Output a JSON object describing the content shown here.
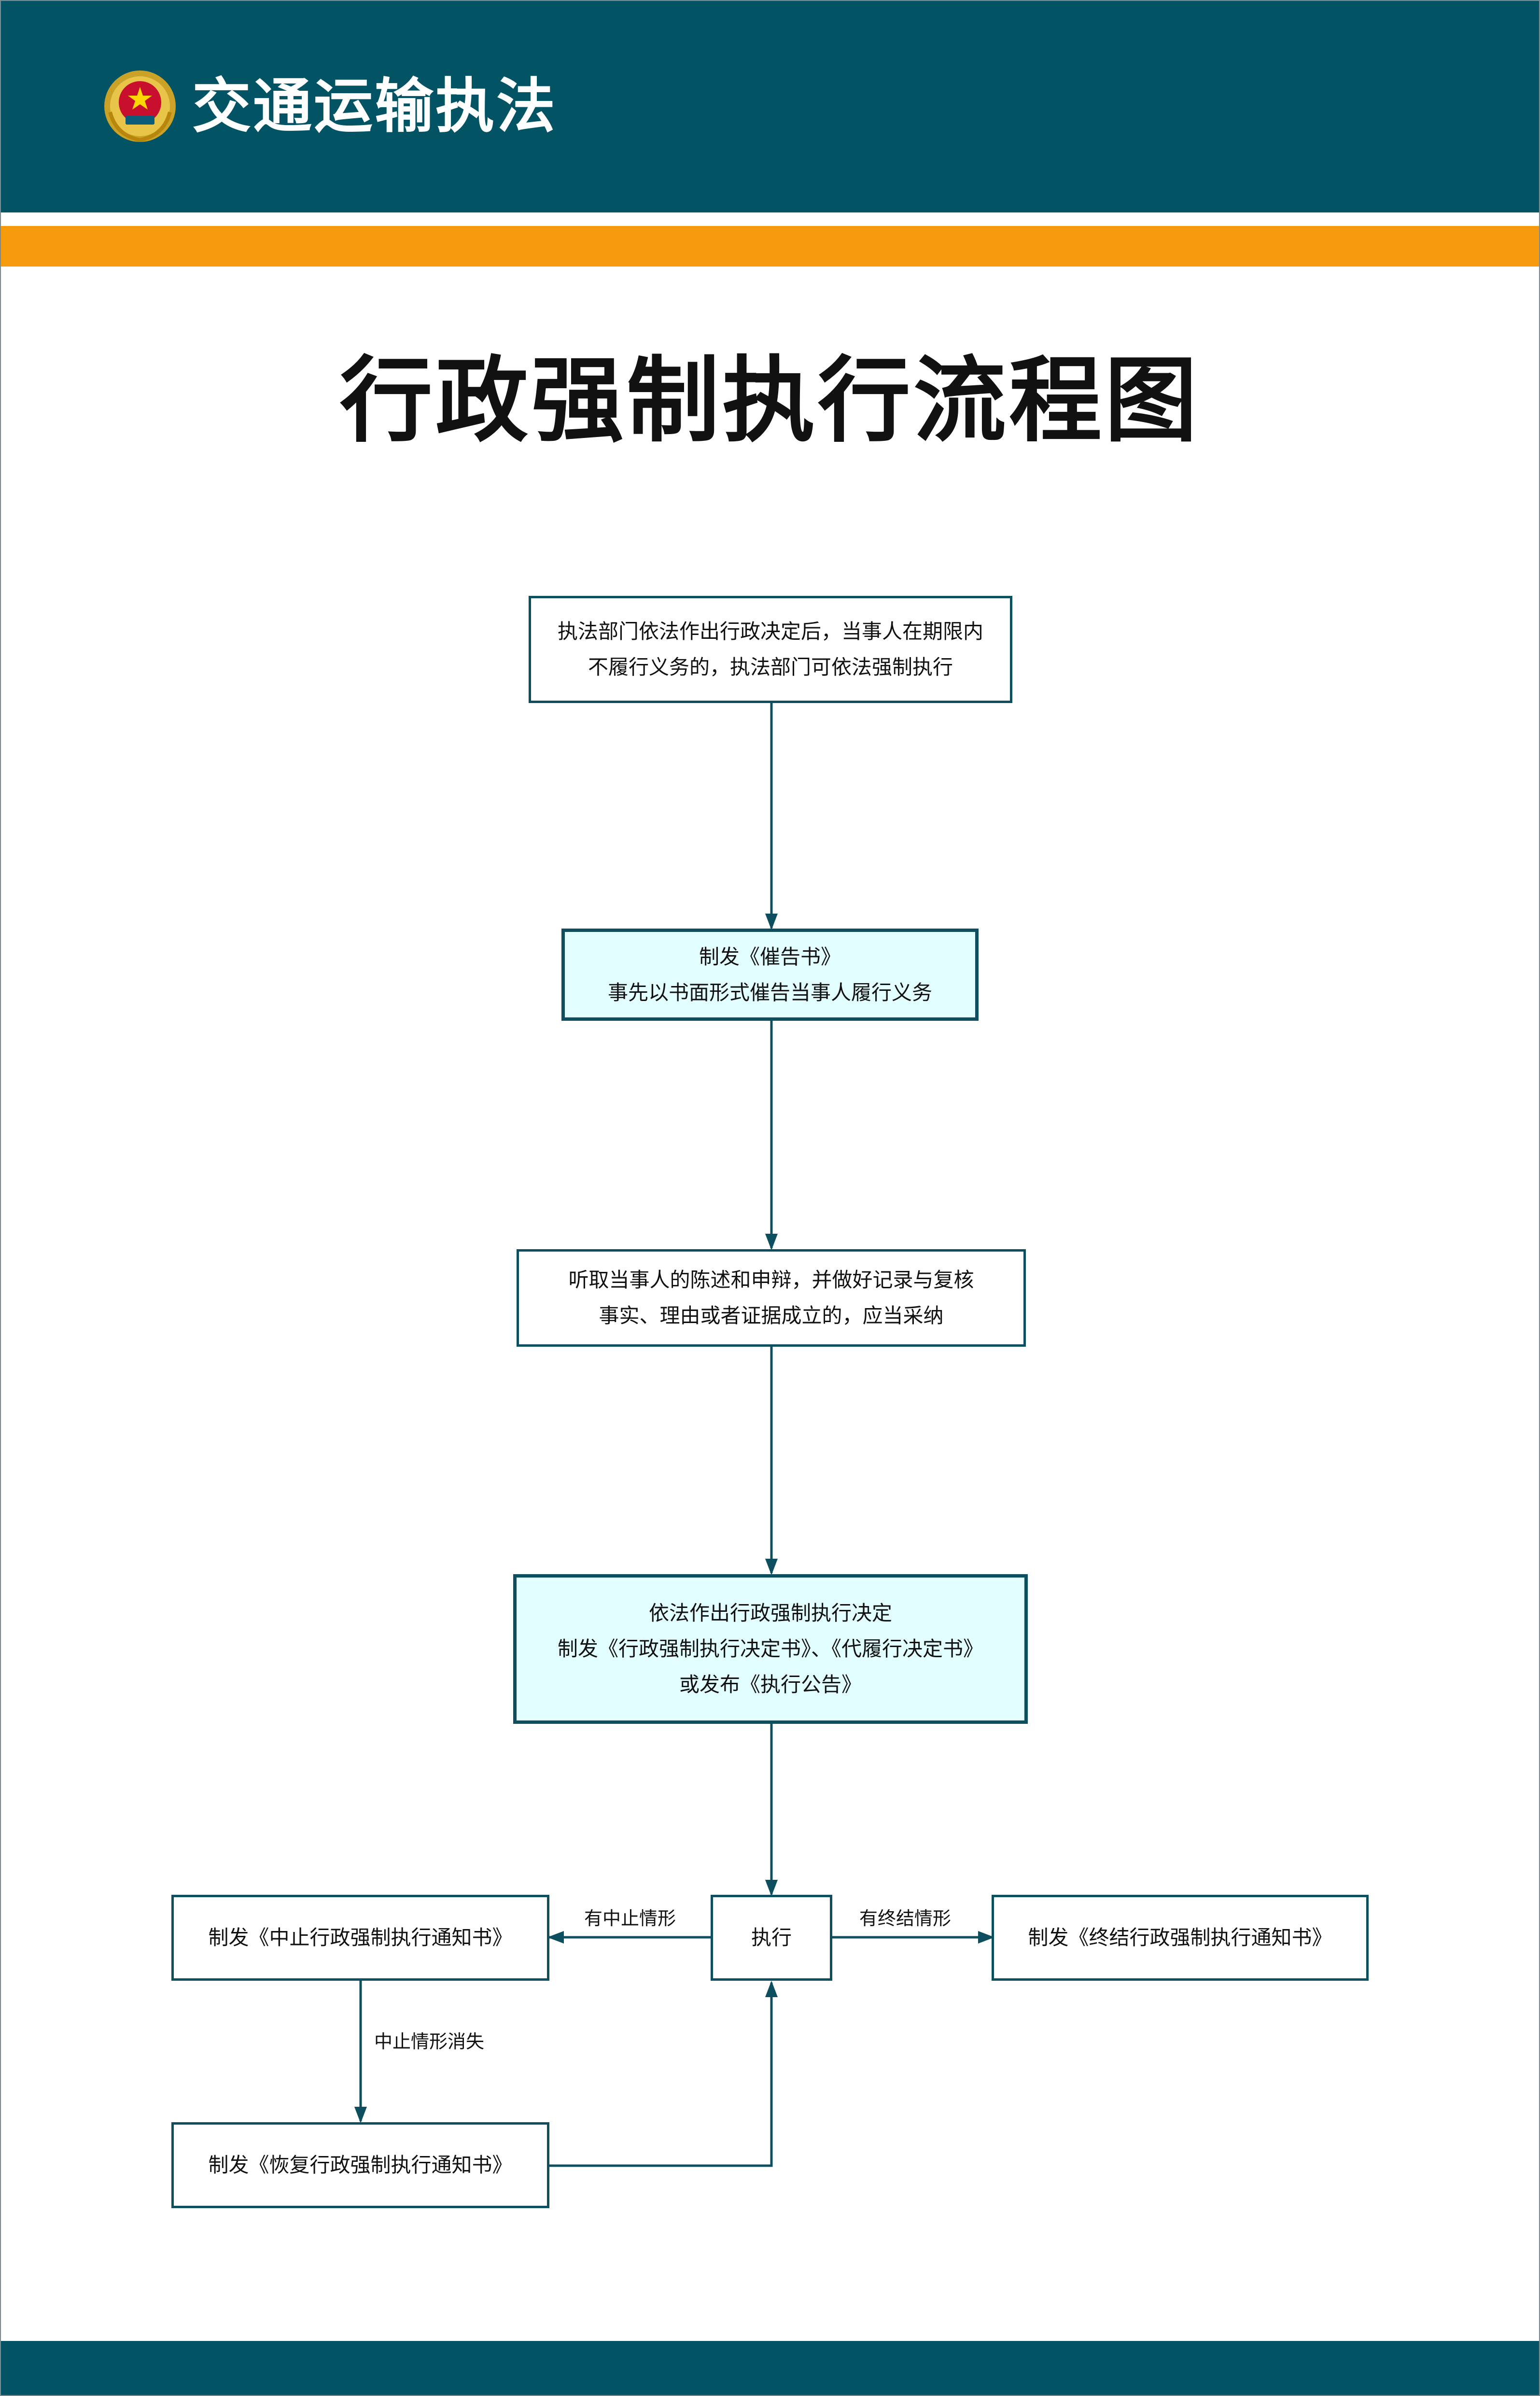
{
  "header": {
    "brand_title": "交通运输执法"
  },
  "page_title": "行政强制执行流程图",
  "nodes": {
    "start": {
      "lines": [
        "执法部门依法作出行政决定后，当事人在期限内",
        "不履行义务的，执法部门可依法强制执行"
      ]
    },
    "reminder": {
      "lines": [
        "制发《催告书》",
        "事先以书面形式催告当事人履行义务"
      ]
    },
    "hearing": {
      "lines": [
        "听取当事人的陈述和申辩，并做好记录与复核",
        "事实、理由或者证据成立的，应当采纳"
      ]
    },
    "decision": {
      "lines": [
        "依法作出行政强制执行决定",
        "制发《行政强制执行决定书》、《代履行决定书》",
        "或发布《执行公告》"
      ]
    },
    "execute": {
      "label": "执行"
    },
    "suspend_notice": {
      "label": "制发《中止行政强制执行通知书》"
    },
    "terminate_notice": {
      "label": "制发《终结行政强制执行通知书》"
    },
    "resume_notice": {
      "label": "制发《恢复行政强制执行通知书》"
    }
  },
  "edge_labels": {
    "suspend": "有中止情形",
    "terminate": "有终结情形",
    "suspend_ended": "中止情形消失"
  },
  "colors": {
    "header_bg": "#025465",
    "accent_bar": "#f59a0c",
    "box_border": "#0d4f5e",
    "box_highlight_bg": "#e1fdfd",
    "connector": "#0d4f5e"
  }
}
